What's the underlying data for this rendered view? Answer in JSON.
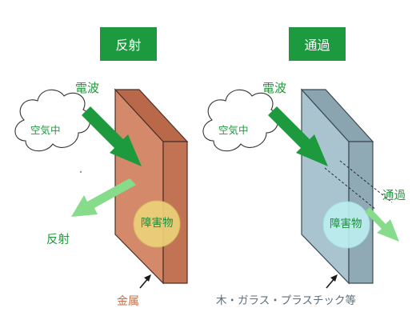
{
  "panels": [
    {
      "title": "反射",
      "wave_label": "電波",
      "cloud_label": "空気中",
      "obstacle_label": "障害物",
      "result_label": "反射",
      "material_label": "金属",
      "colors": {
        "front": "#d48a6a",
        "side": "#c27353",
        "top": "#b9694a",
        "outline": "#4a3128"
      }
    },
    {
      "title": "通過",
      "wave_label": "電波",
      "cloud_label": "空気中",
      "obstacle_label": "障害物",
      "result_label": "通過",
      "material_label": "木・ガラス・プラスチック等",
      "colors": {
        "front": "#a9c3cf",
        "side": "#8fa9b5",
        "top": "#8aa4b0",
        "outline": "#3c4a52"
      }
    }
  ],
  "colors": {
    "badge": "#1d9a3f",
    "arrow_dark": "#1e9a3e",
    "arrow_light": "#86dc8a",
    "circle_metal": "#ecd37a",
    "circle_glass": "#bdeff0"
  }
}
